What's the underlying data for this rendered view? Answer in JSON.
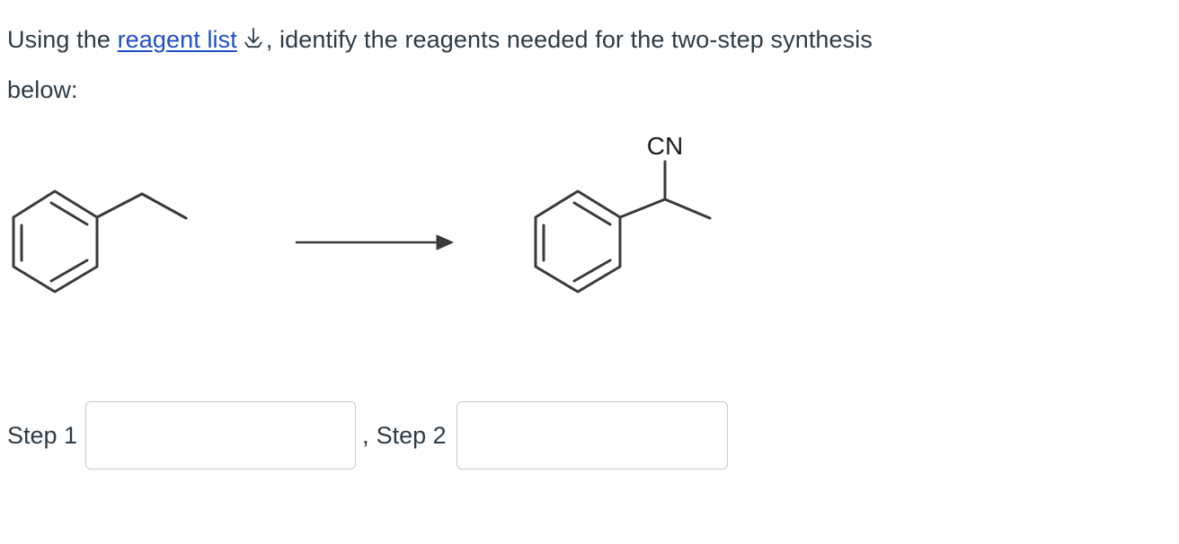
{
  "question": {
    "line1_prefix": "Using the ",
    "link_label": "reagent list",
    "download_icon": "download-arrow-icon",
    "line1_suffix": ", identify the reagents needed for the two-step synthesis",
    "line2": "below:"
  },
  "scheme": {
    "reactant": {
      "name": "ethylbenzene",
      "ring": "benzene",
      "substituent": "ethyl"
    },
    "arrow": {
      "type": "reaction-arrow",
      "direction": "right",
      "above_label": "",
      "below_label": ""
    },
    "product": {
      "name": "2-phenylpropanenitrile",
      "ring": "benzene",
      "nitrile_label": "CN",
      "substituent": "methyl"
    }
  },
  "answer": {
    "step1_label": "Step 1",
    "step1_value": "",
    "step1_placeholder": "",
    "separator": ",",
    "step2_label": "Step 2",
    "step2_value": "",
    "step2_placeholder": ""
  },
  "colors": {
    "text": "#2d3b45",
    "link": "#1f4fc4",
    "structure_stroke": "#3a3a3a",
    "input_border": "#c9c9c9",
    "background": "#ffffff"
  }
}
